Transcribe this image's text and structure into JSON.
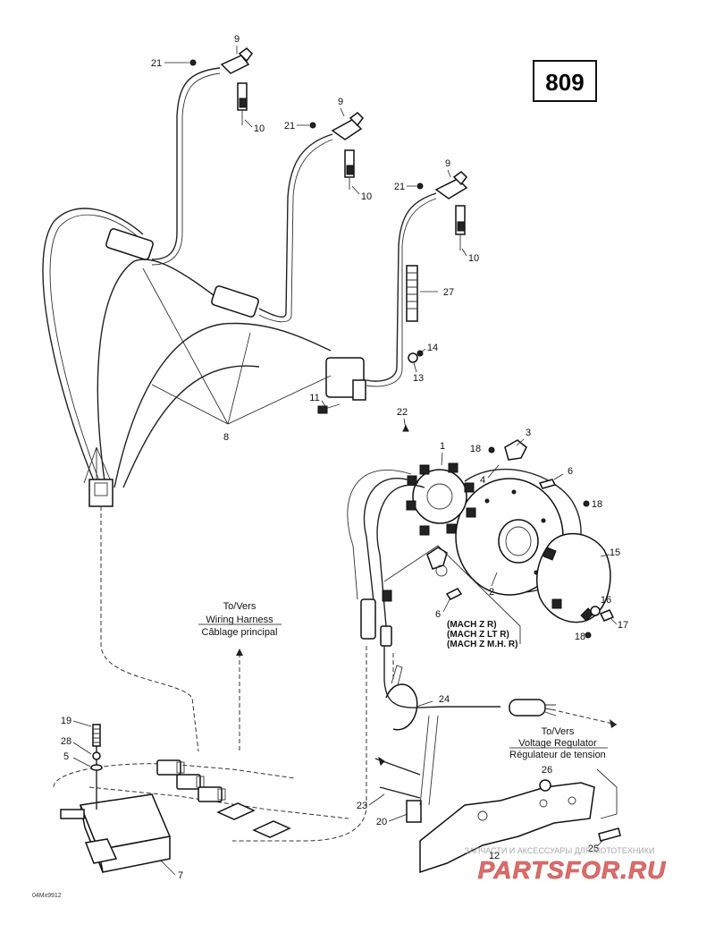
{
  "page_number": "809",
  "figure_code": "04Mx9912",
  "callouts": {
    "c1": "1",
    "c2": "2",
    "c3": "3",
    "c4": "4",
    "c5": "5",
    "c6a": "6",
    "c6b": "6",
    "c7": "7",
    "c8": "8",
    "c9a": "9",
    "c9b": "9",
    "c9c": "9",
    "c10a": "10",
    "c10b": "10",
    "c10c": "10",
    "c11": "11",
    "c12": "12",
    "c13": "13",
    "c14": "14",
    "c15": "15",
    "c16": "16",
    "c17": "17",
    "c18a": "18",
    "c18b": "18",
    "c18c": "18",
    "c19": "19",
    "c20": "20",
    "c21a": "21",
    "c21b": "21",
    "c21c": "21",
    "c22": "22",
    "c23": "23",
    "c24": "24",
    "c25": "25",
    "c26": "26",
    "c27": "27",
    "c28": "28"
  },
  "notes": {
    "mach_z_r": "(MACH Z R)",
    "mach_z_ltr": "(MACH Z LT R)",
    "mach_z_mhr": "(MACH Z M.H. R)"
  },
  "destinations": {
    "harness": {
      "line1": "To/Vers",
      "line2": "Wiring Harness",
      "line3": "Câblage principal"
    },
    "regulator": {
      "line1": "To/Vers",
      "line2": "Voltage Regulator",
      "line3": "Régulateur de tension"
    }
  },
  "watermark": {
    "tagline": "ЗАПЧАСТИ И АКСЕССУАРЫ ДЛЯ МОТОТЕХНИКИ",
    "logo": "PARTSFOR.RU"
  }
}
